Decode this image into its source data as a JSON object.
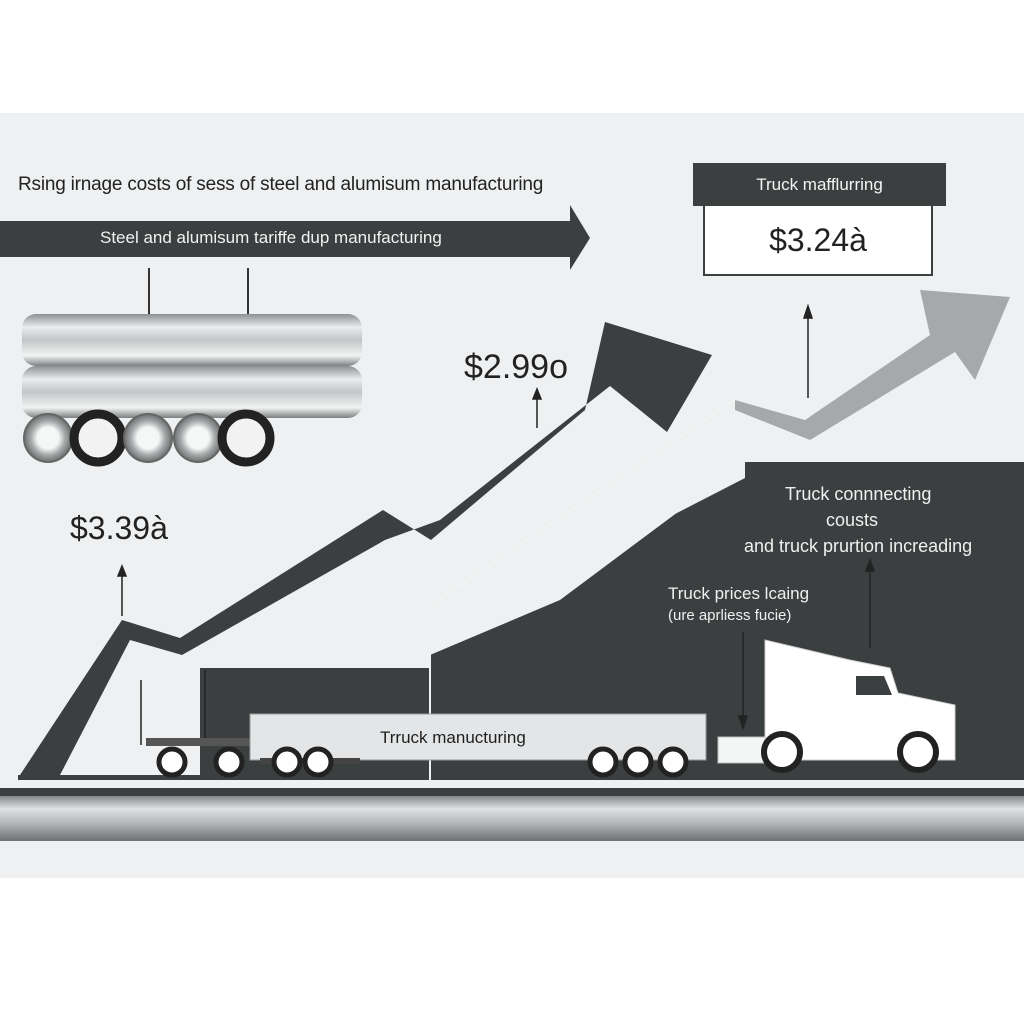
{
  "headline": "Rsing irnage costs of sess of steel and alumisum manufacturing",
  "tariff_arrow_label": "Steel and alumisum tariffe dup manufacturing",
  "truck_box": {
    "title": "Truck mafflurring",
    "value": "$3.24à"
  },
  "price_mid": "$2.99o",
  "price_left": "$3.39à",
  "truck_connecting": {
    "line1": "Truck connnecting",
    "line2": "cousts",
    "line3": "and truck prurtion increading"
  },
  "truck_prices": {
    "line1": "Truck prices  lcaing",
    "line2": "(ure aprliess  fucie)"
  },
  "trailer_label": "Trruck manucturing",
  "icons": [
    "steel-pipe-stack-icon",
    "semi-truck-icon",
    "trailer-icon",
    "trend-arrow-icon"
  ],
  "colors": {
    "dark": "#3b3f40",
    "mid_gray": "#9fa2a3",
    "panel": "#eef0f1"
  }
}
